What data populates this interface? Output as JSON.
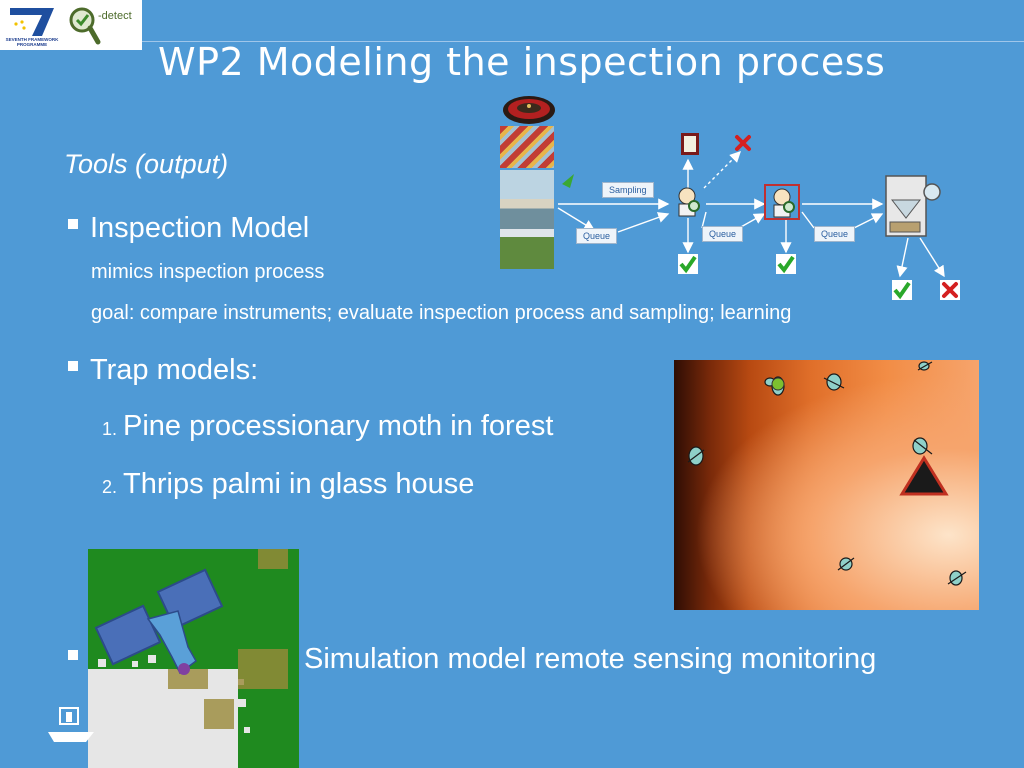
{
  "header": {
    "logos": [
      "fp7-logo",
      "q-detect-logo"
    ],
    "fp7_caption": "SEVENTH FRAMEWORK PROGRAMME",
    "qdetect_label": "-detect"
  },
  "title": "WP2 Modeling the inspection process",
  "subtitle": "Tools (output)",
  "bullets": {
    "inspection_model": {
      "label": "Inspection Model",
      "line1": "mimics inspection process",
      "line2": "goal: compare instruments; evaluate inspection process and sampling; learning"
    },
    "trap_models": {
      "label": "Trap models:",
      "items": [
        {
          "num": "1.",
          "text": "Pine processionary moth in forest"
        },
        {
          "num": "2.",
          "text": "Thrips palmi in glass house"
        }
      ]
    },
    "simulation": {
      "label": "Simulation model remote sensing monitoring"
    }
  },
  "diagram": {
    "sampling_label": "Sampling",
    "queue_labels": [
      "Queue",
      "Queue",
      "Queue"
    ],
    "icons": [
      "roulette-icon",
      "document-icon",
      "inspector-icon",
      "check-icon",
      "cross-icon",
      "lab-equipment-icon"
    ]
  },
  "colors": {
    "background": "#4f9ad6",
    "text": "#ffffff",
    "check": "#2aa82a",
    "cross": "#d42020"
  }
}
